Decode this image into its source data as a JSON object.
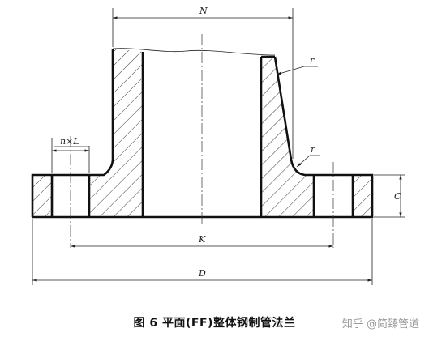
{
  "labels": {
    "hub_width": "N",
    "bolt_circle": "K",
    "outer_diameter": "D",
    "thickness": "C",
    "fillet_top": "r",
    "fillet_bottom": "r",
    "bolt_holes": "n×L"
  },
  "caption": "图 6   平面(FF)整体钢制管法兰",
  "watermark": "知乎 @简臻管道"
}
